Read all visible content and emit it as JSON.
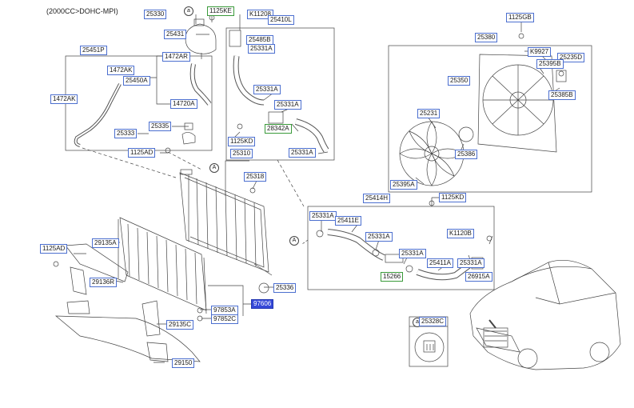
{
  "title": "(2000CC>DOHC-MPI)",
  "section_ref": "A",
  "inset_ref": "a",
  "labels": {
    "l25330": "25330",
    "l1125KE": "1125KE",
    "l1120B_top": "K11208",
    "l25410L": "25410L",
    "l1125GB": "1125GB",
    "l25431": "25431",
    "l25485B": "25485B",
    "l25331A_1": "25331A",
    "l25380": "25380",
    "l25451P": "25451P",
    "l1472AR": "1472AR",
    "l1472AK_1": "1472AK",
    "l25450A": "25450A",
    "lK9927": "K9927",
    "l25235D": "25235D",
    "l25395B": "25395B",
    "l25350": "25350",
    "l1472AK_2": "1472AK",
    "l14720A": "14720A",
    "l25331A_2": "25331A",
    "l25331A_3": "25331A",
    "l25385B": "25385B",
    "l25231": "25231",
    "l25335": "25335",
    "l28342A": "28342A",
    "l25333": "25333",
    "l1125KD_1": "1125KD",
    "l25331A_4": "25331A",
    "l25386": "25386",
    "l1125AD_1": "1125AD",
    "l25310": "25310",
    "l25318": "25318",
    "l25395A": "25395A",
    "l25414H": "25414H",
    "l1125KD_2": "1125KD",
    "l25331A_5": "25331A",
    "l25411E": "25411E",
    "l25331A_6": "25331A",
    "lK1120B_2": "K1120B",
    "l1125AD_2": "1125AD",
    "l29135A": "29135A",
    "l25331A_7": "25331A",
    "l25411A": "25411A",
    "l25331A_8": "25331A",
    "l15266": "15266",
    "l26915A": "26915A",
    "l29136R": "29136R",
    "l25336": "25336",
    "l97606": "97606",
    "l97853A": "97853A",
    "l97852C": "97852C",
    "l25328C": "25328C",
    "l29135C": "29135C",
    "l29150": "29150"
  },
  "colors": {
    "label_border": "#4c6fcf",
    "label_border_alt": "#3a9a3a",
    "highlight_fill": "#3548d8",
    "line": "#444444"
  }
}
